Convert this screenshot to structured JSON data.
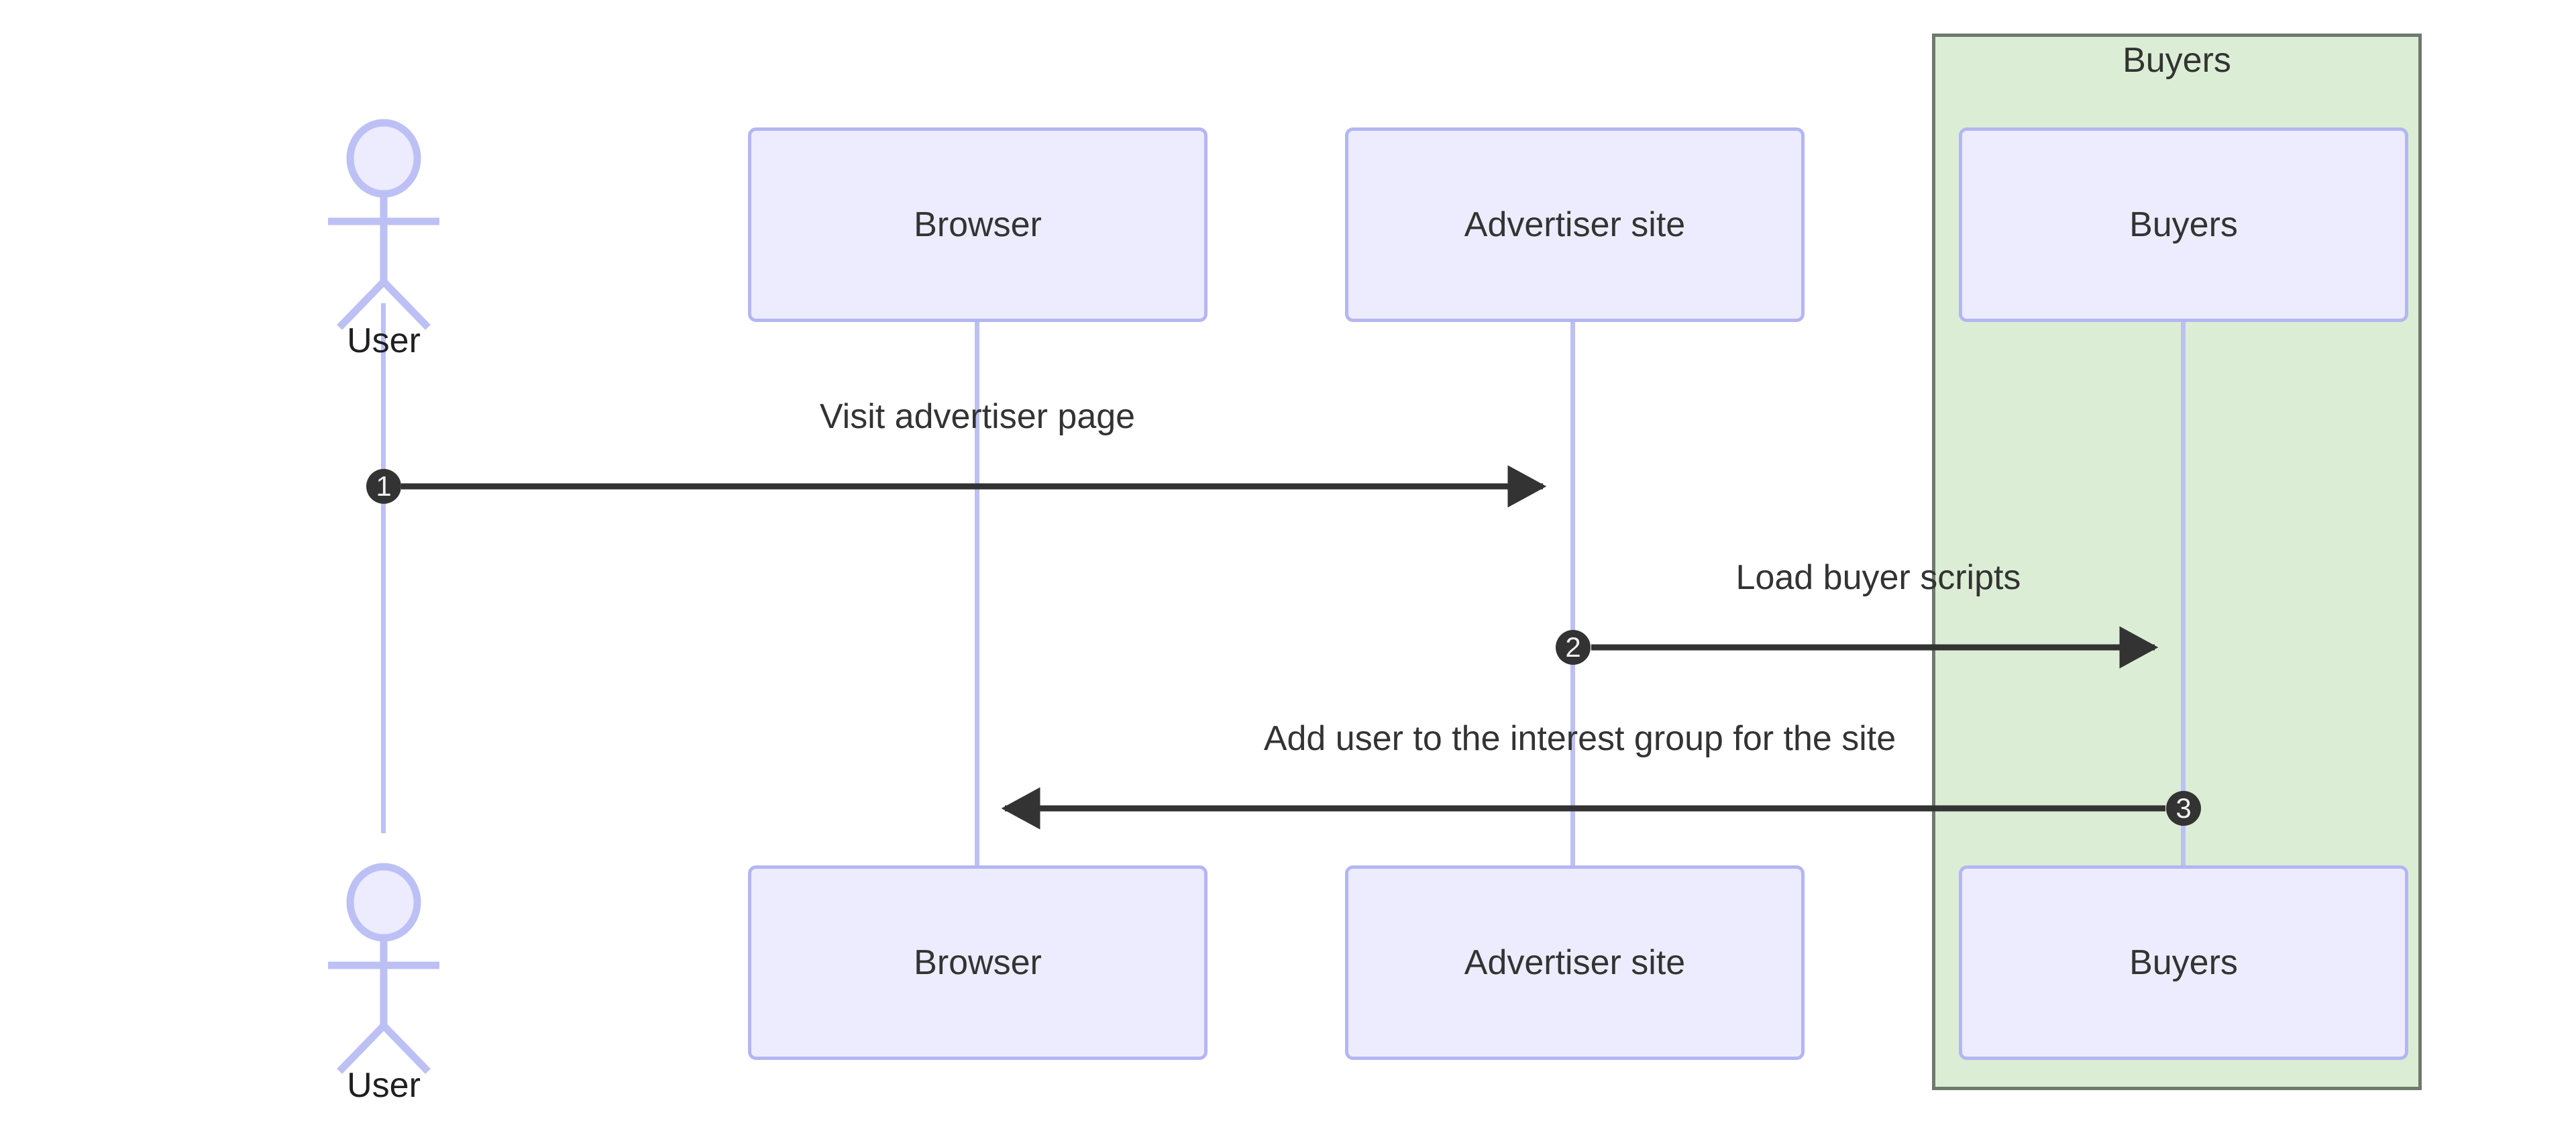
{
  "diagram": {
    "type": "sequence-diagram",
    "title": "",
    "background_color": "#ffffff",
    "participant_fill": "#ececfe",
    "participant_stroke": "#b4b6f2",
    "lifeline_color": "#bcc0f5",
    "group_fill": "#dcedd5",
    "group_stroke": "#6d7a6d",
    "message_color": "#333333",
    "sequence_badge_fill": "#333333",
    "sequence_badge_text": "#f0f0f0"
  },
  "group": {
    "label": "Buyers"
  },
  "actors": [
    {
      "id": "user",
      "label": "User",
      "kind": "actor"
    }
  ],
  "participants": [
    {
      "id": "user",
      "label": "User",
      "kind": "actor"
    },
    {
      "id": "browser",
      "label": "Browser",
      "kind": "box"
    },
    {
      "id": "advertiser",
      "label": "Advertiser site",
      "kind": "box"
    },
    {
      "id": "buyers",
      "label": "Buyers",
      "kind": "box",
      "group": "Buyers"
    }
  ],
  "messages": [
    {
      "number": "1",
      "label": "Visit advertiser page",
      "from": "User",
      "to": "Advertiser site",
      "direction": "right"
    },
    {
      "number": "2",
      "label": "Load buyer scripts",
      "from": "Advertiser site",
      "to": "Buyers",
      "direction": "right"
    },
    {
      "number": "3",
      "label": "Add user to the interest group for the site",
      "from": "Buyers",
      "to": "Browser",
      "direction": "left"
    }
  ]
}
